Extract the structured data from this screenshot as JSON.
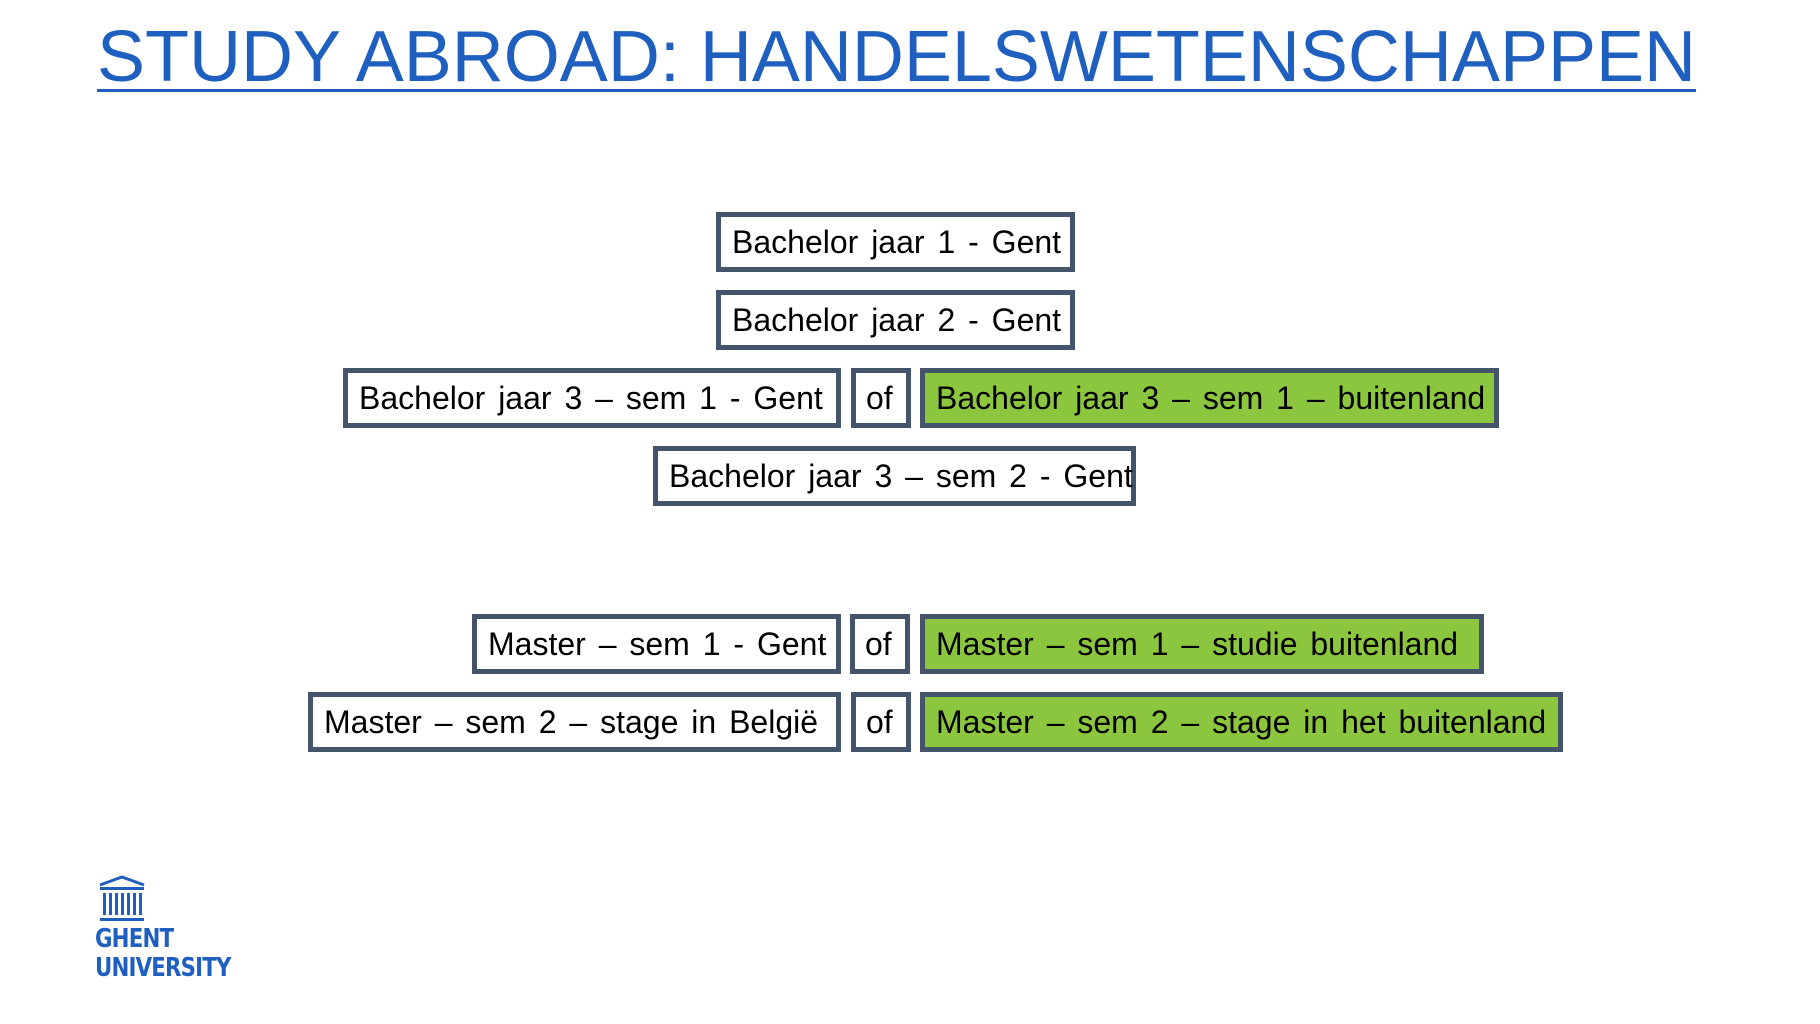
{
  "title": "STUDY ABROAD: HANDELSWETENSCHAPPEN",
  "colors": {
    "title": "#1f5fbf",
    "border": "#44546a",
    "abroad_fill": "#8cc63f",
    "logo": "#1f5fbf"
  },
  "bachelor": {
    "year1": "Bachelor  jaar 1 - Gent",
    "year2": "Bachelor  jaar 2 - Gent",
    "year3_sem1_home": "Bachelor  jaar 3 – sem 1 - Gent",
    "year3_sem1_or": "of",
    "year3_sem1_abroad": "Bachelor  jaar 3 – sem 1 – buitenland",
    "year3_sem2": "Bachelor  jaar 3 – sem 2 - Gent"
  },
  "master": {
    "sem1_home": "Master  – sem 1 - Gent",
    "sem1_or": "of",
    "sem1_abroad": "Master  – sem 1 – studie buitenland",
    "sem2_home": "Master  – sem 2 – stage  in België",
    "sem2_or": "of",
    "sem2_abroad": "Master  – sem 2 – stage  in het buitenland"
  },
  "logo": {
    "icon": "university-building-icon",
    "line1": "GHENT",
    "line2": "UNIVERSITY"
  }
}
